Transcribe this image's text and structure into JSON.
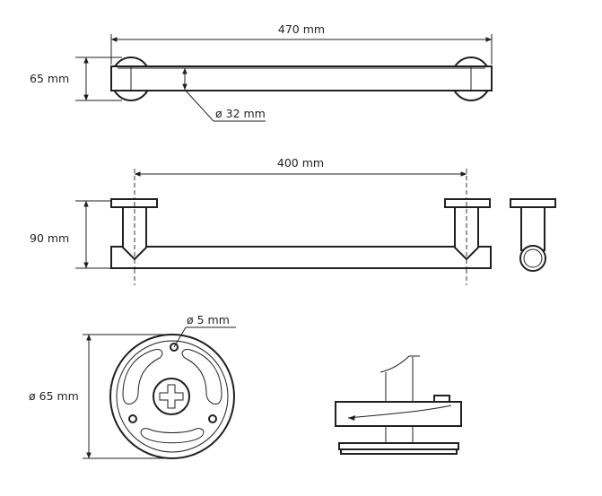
{
  "dimensions": {
    "top_width": "470 mm",
    "top_height": "65 mm",
    "tube_diameter": "ø 32 mm",
    "front_width": "400 mm",
    "front_height": "90 mm",
    "hole_diameter": "ø 5 mm",
    "base_diameter": "ø 65 mm"
  },
  "colors": {
    "line": "#231f20",
    "background": "#ffffff"
  }
}
